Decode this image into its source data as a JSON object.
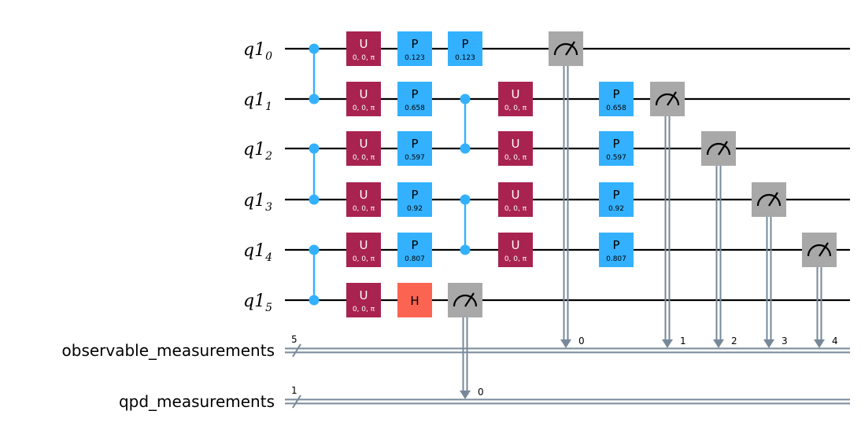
{
  "qubits": [
    {
      "name": "q1",
      "index": "0"
    },
    {
      "name": "q1",
      "index": "1"
    },
    {
      "name": "q1",
      "index": "2"
    },
    {
      "name": "q1",
      "index": "3"
    },
    {
      "name": "q1",
      "index": "4"
    },
    {
      "name": "q1",
      "index": "5"
    }
  ],
  "classical_registers": [
    {
      "name": "observable_measurements",
      "size": "5"
    },
    {
      "name": "qpd_measurements",
      "size": "1"
    }
  ],
  "colors": {
    "u_gate": "#a8234f",
    "p_gate": "#33b1ff",
    "h_gate": "#fa6451",
    "measure": "#a8a8a8",
    "control": "#33b1ff",
    "classical": "#778899"
  },
  "gate_text": {
    "u_label": "U",
    "u_params": "0, 0, π",
    "p_label": "P",
    "h_label": "H"
  },
  "column1_cz": [
    [
      0,
      1
    ],
    [
      2,
      3
    ],
    [
      4,
      5
    ]
  ],
  "column2_u": [
    0,
    1,
    2,
    3,
    4,
    5
  ],
  "column3": [
    {
      "qubit": 0,
      "gate": "P",
      "param": "0.123"
    },
    {
      "qubit": 1,
      "gate": "P",
      "param": "0.658"
    },
    {
      "qubit": 2,
      "gate": "P",
      "param": "0.597"
    },
    {
      "qubit": 3,
      "gate": "P",
      "param": "0.92"
    },
    {
      "qubit": 4,
      "gate": "P",
      "param": "0.807"
    },
    {
      "qubit": 5,
      "gate": "H",
      "param": ""
    }
  ],
  "column4": {
    "p_gate": {
      "qubit": 0,
      "param": "0.123"
    },
    "cz": [
      [
        1,
        2
      ],
      [
        3,
        4
      ]
    ],
    "measure": {
      "qubit": 5,
      "register": 1,
      "bit": "0"
    }
  },
  "column5_u": [
    1,
    2,
    3,
    4
  ],
  "column6_measure": {
    "qubit": 0,
    "register": 0,
    "bit": "0"
  },
  "column7_p": [
    {
      "qubit": 1,
      "param": "0.658"
    },
    {
      "qubit": 2,
      "param": "0.597"
    },
    {
      "qubit": 3,
      "param": "0.92"
    },
    {
      "qubit": 4,
      "param": "0.807"
    }
  ],
  "final_measures": [
    {
      "qubit": 1,
      "register": 0,
      "bit": "1"
    },
    {
      "qubit": 2,
      "register": 0,
      "bit": "2"
    },
    {
      "qubit": 3,
      "register": 0,
      "bit": "3"
    },
    {
      "qubit": 4,
      "register": 0,
      "bit": "4"
    }
  ]
}
